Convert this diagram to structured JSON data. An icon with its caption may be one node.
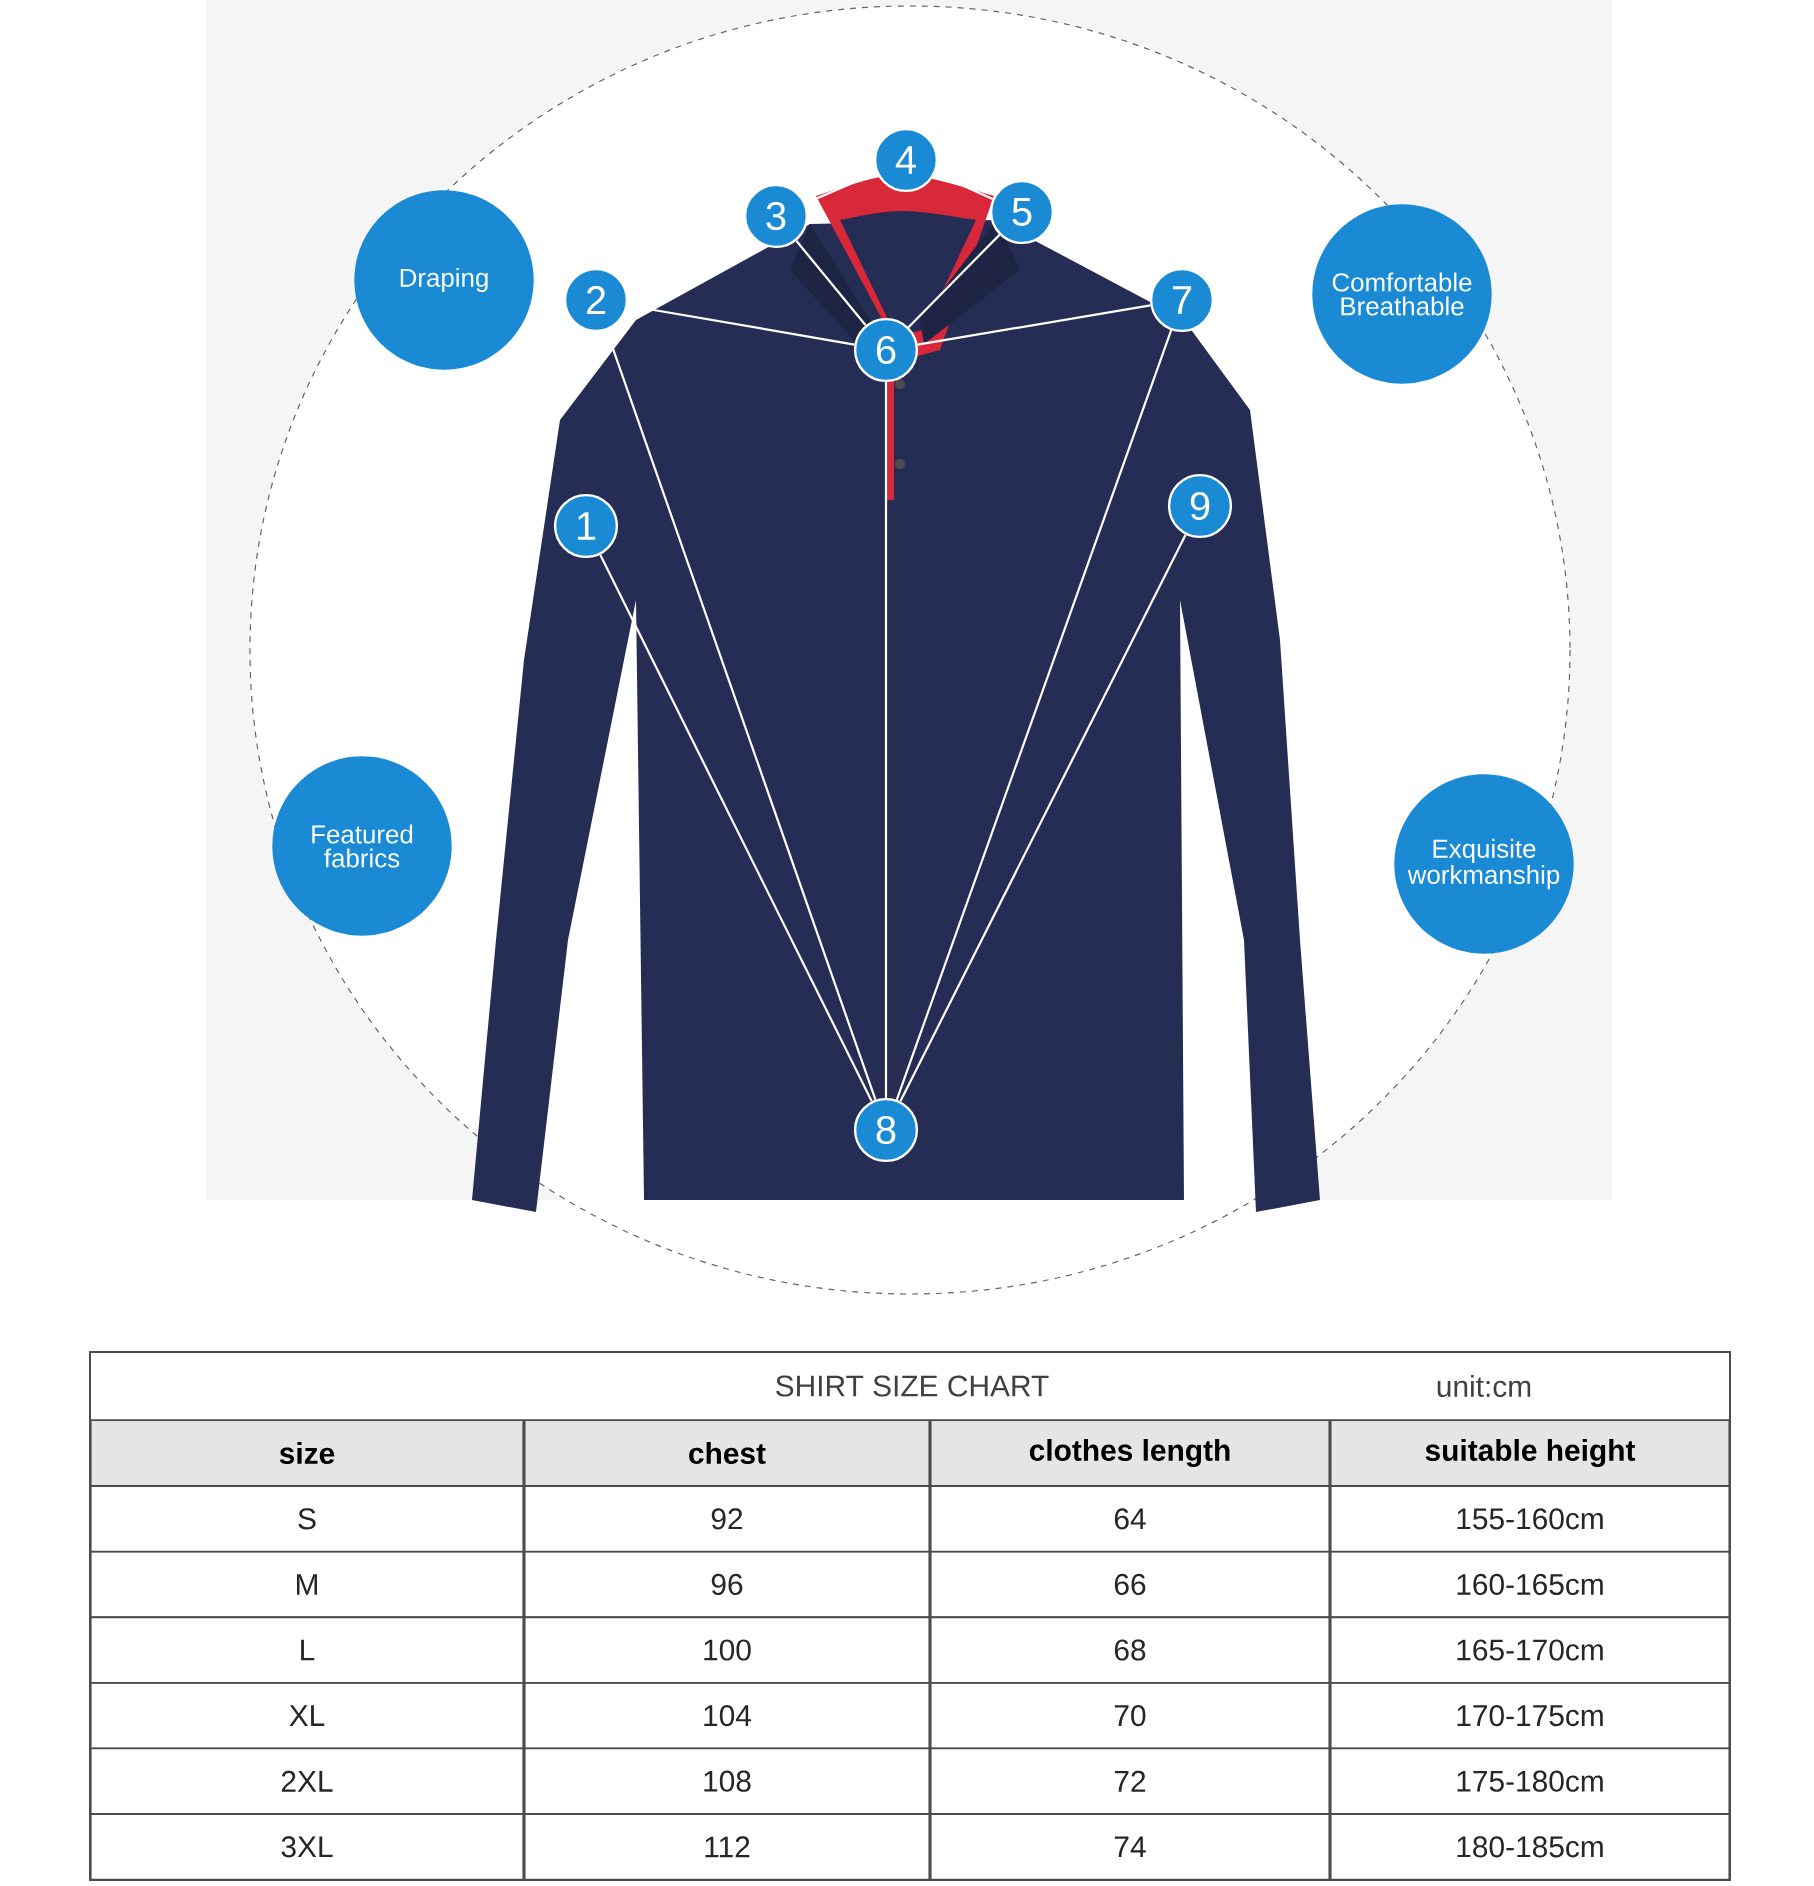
{
  "diagram": {
    "nodes": [
      {
        "text": [
          "1"
        ]
      },
      {
        "text": [
          "2"
        ]
      },
      {
        "text": [
          "3"
        ]
      },
      {
        "text": [
          "4"
        ]
      },
      {
        "text": [
          "5"
        ]
      },
      {
        "text": [
          "6"
        ]
      },
      {
        "text": [
          "7"
        ]
      },
      {
        "text": [
          "8"
        ]
      },
      {
        "text": [
          "9"
        ]
      },
      {
        "text": [
          "Draping"
        ]
      },
      {
        "text": [
          "Comfortable Breathable"
        ]
      },
      {
        "text": [
          "Featured fabrics"
        ]
      },
      {
        "text": [
          "Exquisite workmanship"
        ]
      }
    ],
    "edges": [
      {
        "from": 2,
        "to": 3,
        "arrow": "none"
      },
      {
        "from": 3,
        "to": 4,
        "arrow": "none"
      },
      {
        "from": 1,
        "to": 5,
        "arrow": "none"
      },
      {
        "from": 2,
        "to": 5,
        "arrow": "none"
      },
      {
        "from": 4,
        "to": 5,
        "arrow": "none"
      },
      {
        "from": 6,
        "to": 5,
        "arrow": "none"
      },
      {
        "from": 0,
        "to": 7,
        "arrow": "none"
      },
      {
        "from": 1,
        "to": 7,
        "arrow": "none"
      },
      {
        "from": 5,
        "to": 7,
        "arrow": "none"
      },
      {
        "from": 6,
        "to": 7,
        "arrow": "none"
      },
      {
        "from": 8,
        "to": 7,
        "arrow": "none"
      }
    ],
    "labels": [
      "SHIRT SIZE CHART",
      "unit:cm",
      "size",
      "chest",
      "clothes length",
      "suitable height",
      "S",
      "92",
      "64",
      "155-160cm",
      "M",
      "96",
      "66",
      "160-165cm",
      "L",
      "100",
      "68",
      "165-170cm",
      "XL",
      "104",
      "70",
      "170-175cm",
      "2XL",
      "108",
      "72",
      "175-180cm",
      "3XL",
      "112",
      "74",
      "180-185cm"
    ]
  }
}
